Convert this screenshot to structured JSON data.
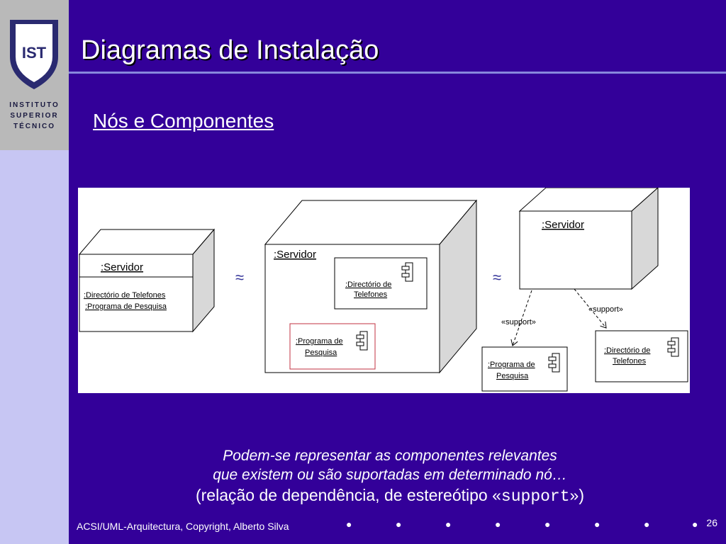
{
  "logo": {
    "line1": "INSTITUTO",
    "line2": "SUPERIOR",
    "line3": "TÉCNICO",
    "monogram": "IST"
  },
  "title": "Diagramas de Instalação",
  "subtitle": "Nós e Componentes",
  "diagram": {
    "node1": {
      "label": ":Servidor",
      "line1": ":Directório de Telefones",
      "line2": ":Programa de Pesquisa"
    },
    "equiv1": "≈",
    "node2": {
      "label": ":Servidor",
      "comp1_l1": ":Directório de",
      "comp1_l2": "Telefones",
      "comp2_l1": ":Programa de",
      "comp2_l2": "Pesquisa"
    },
    "equiv2": "≈",
    "node3": {
      "label": ":Servidor"
    },
    "support_left": "«support»",
    "support_right": "«support»",
    "comp_prog": {
      "l1": ":Programa de",
      "l2": "Pesquisa"
    },
    "comp_dir": {
      "l1": ":Directório de",
      "l2": "Telefones"
    }
  },
  "caption": {
    "line1": "Podem-se representar as componentes relevantes",
    "line2": "que existem ou são suportadas em determinado nó…",
    "line3_prefix": "(relação de dependência, de estereótipo «",
    "line3_code": "support",
    "line3_suffix": "»)"
  },
  "footer": "ACSI/UML-Arquitectura, Copyright, Alberto Silva",
  "page_number": "26",
  "colors": {
    "background": "#330099",
    "sidebar": "#c7c6f3",
    "logo_box": "#b9b9b9",
    "highlight_border": "#c03040"
  }
}
